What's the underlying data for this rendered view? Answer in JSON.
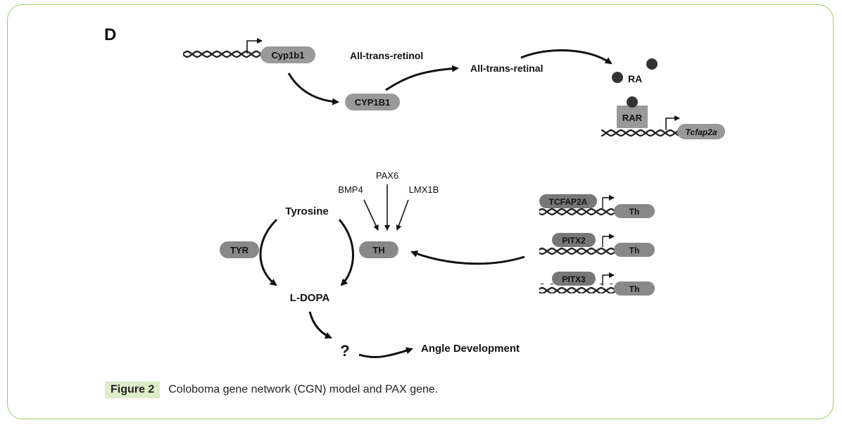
{
  "panel_letter": "D",
  "top_pathway": {
    "cyp1b1_gene": "Cyp1b1",
    "cyp1b1_protein": "CYP1B1",
    "retinol": "All-trans-retinol",
    "retinal": "All-trans-retinal",
    "ra": "RA",
    "rar": "RAR",
    "tcfap2a_gene": "Tcfap2a"
  },
  "bottom_pathway": {
    "pax6": "PAX6",
    "bmp4": "BMP4",
    "lmx1b": "LMX1B",
    "tyrosine": "Tyrosine",
    "tyr": "TYR",
    "th": "TH",
    "l_dopa": "L-DOPA",
    "question": "?",
    "angle_development": "Angle Development",
    "regulators": [
      {
        "tf": "TCFAP2A",
        "target": "Th"
      },
      {
        "tf": "PITX2",
        "target": "Th"
      },
      {
        "tf": "PITX3",
        "target": "Th"
      }
    ]
  },
  "caption": {
    "label": "Figure 2",
    "text": "Coloboma gene network (CGN) model and PAX gene."
  }
}
